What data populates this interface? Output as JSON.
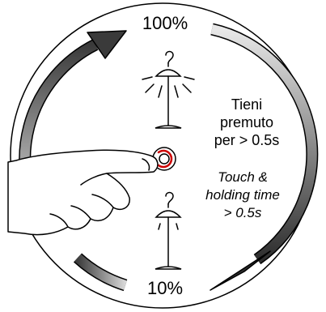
{
  "labels": {
    "max_level": "100%",
    "min_level": "10%"
  },
  "instruction_it": [
    "Tieni",
    "premuto",
    "per > 0.5s"
  ],
  "instruction_en": [
    "Touch &",
    "holding time",
    "> 0.5s"
  ],
  "icons": [
    "lamp-bright-icon",
    "lamp-dim-icon",
    "hand-icon",
    "touch-button-icon"
  ],
  "colors": {
    "ink": "#000000",
    "arrow_light": "#e6e6e6",
    "arrow_dark": "#3a3a3a"
  }
}
